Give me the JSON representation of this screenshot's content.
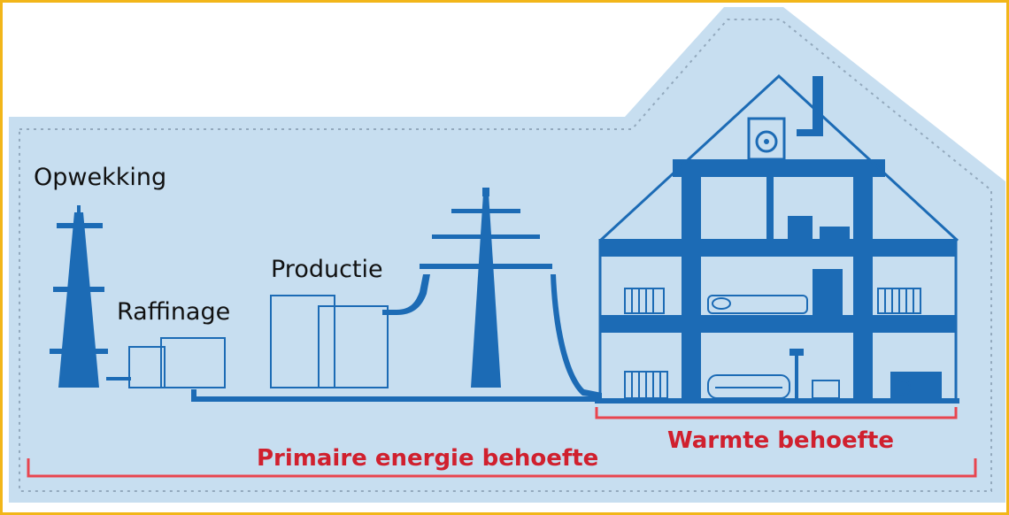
{
  "labels": {
    "generation": "Opwekking",
    "refining": "Raffinage",
    "production": "Productie",
    "heat_demand": "Warmte behoefte",
    "primary_energy_demand": "Primaire energie behoefte"
  },
  "colors": {
    "frame": "#f2b619",
    "background": "#c7def0",
    "dotted_border": "#93a9bd",
    "infrastructure": "#1c6bb5",
    "bracket": "#e8454f",
    "red_text": "#d0202e"
  }
}
